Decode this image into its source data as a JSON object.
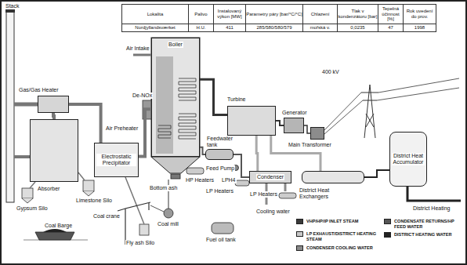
{
  "diagram": {
    "nodes": [
      {
        "text": [
          "Boiler"
        ]
      },
      {
        "text": [
          "Turbine"
        ]
      },
      {
        "text": [
          "Generator"
        ]
      },
      {
        "text": [
          "Main Transformer"
        ]
      },
      {
        "text": [
          "Gas/Gas Heater"
        ]
      },
      {
        "text": [
          "Electrostatic Precipitator"
        ]
      },
      {
        "text": [
          "Feedwater tank"
        ]
      },
      {
        "text": [
          "Condenser"
        ]
      },
      {
        "text": [
          "District Heat Exchangers"
        ]
      },
      {
        "text": [
          "District Heat Accumulator"
        ]
      },
      {
        "text": [
          "Absorber"
        ]
      }
    ],
    "edges": [
      {
        "from": 0,
        "to": 1,
        "arrow": "none"
      },
      {
        "from": 1,
        "to": 2,
        "arrow": "none"
      },
      {
        "from": 2,
        "to": 3,
        "arrow": "none"
      },
      {
        "from": 1,
        "to": 7,
        "arrow": "none"
      },
      {
        "from": 7,
        "to": 6,
        "arrow": "none"
      },
      {
        "from": 6,
        "to": 0,
        "arrow": "none"
      },
      {
        "from": 1,
        "to": 8,
        "arrow": "none"
      },
      {
        "from": 8,
        "to": 9,
        "arrow": "none"
      },
      {
        "from": 0,
        "to": 5,
        "arrow": "none"
      },
      {
        "from": 5,
        "to": 4,
        "arrow": "none"
      },
      {
        "from": 4,
        "to": 10,
        "arrow": "none"
      }
    ],
    "labels": [
      "Lokalita",
      "Palivo",
      "Instalovaný výkon [MW]",
      "Parametry páry [bar/°C/°C]",
      "Chlazení",
      "Tlak v kondenzátoru [bar]",
      "Tepelná účinnost [%]",
      "Rok uvedení do prov.",
      "Nordjyllandsværket",
      "H.U.",
      "411",
      "285/580/580/579",
      "mořská v.",
      "0,0235",
      "47",
      "1998",
      "Stack",
      "Air Intake",
      "De-NOx",
      "400 kV",
      "Air Preheater",
      "HP Heaters",
      "Feed Pump",
      "LPH4",
      "LP Heaters",
      "LP Heaters",
      "Bottom ash",
      "Limestone Silo",
      "Gypsum Silo",
      "Coal Barge",
      "Coal crane",
      "Coal mill",
      "Fly ash Silo",
      "Fuel oil tank",
      "Cooling water",
      "District Heating"
    ],
    "legend": [
      {
        "text": "VHP/HP/IP INLET STEAM",
        "color": "#3a3a3a"
      },
      {
        "text": "LP EXHAUST/DISTRICT HEATING STEAM",
        "color": "#c8c8c8"
      },
      {
        "text": "CONDENSER COOLING WATER",
        "color": "#8a8a8a"
      },
      {
        "text": "CONDENSATE RETURNS/HP FEED WATER",
        "color": "#555555"
      },
      {
        "text": "DISTRICT HEATING WATER",
        "color": "#222222"
      }
    ]
  }
}
